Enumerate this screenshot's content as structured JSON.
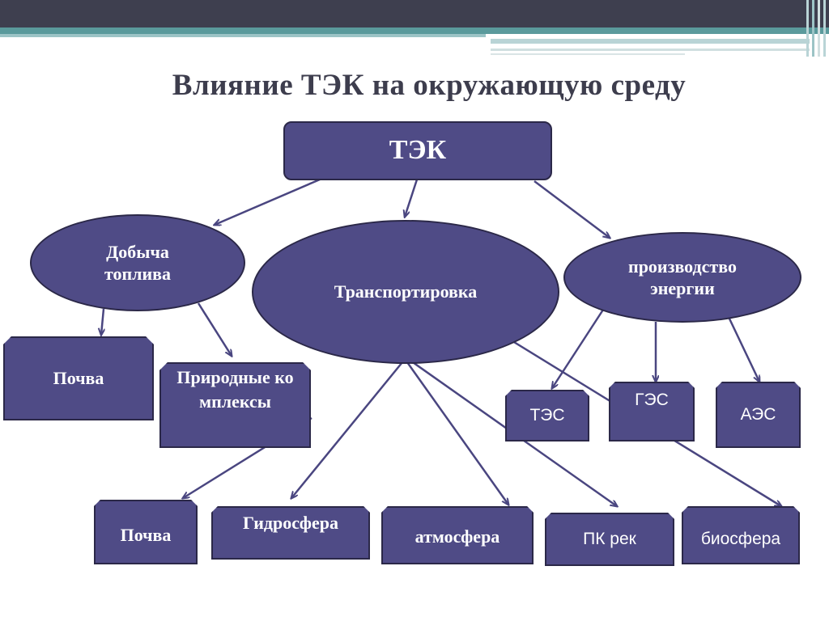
{
  "title": "Влияние ТЭК на окружающую среду",
  "nodes": {
    "tek": "ТЭК",
    "dobycha": "Добыча топлива",
    "transport": "Транспортировка",
    "proizvodstvo": "производство энергии",
    "pochva_top": "Почва",
    "prirodnye": "Природные комплексы",
    "tes": "ТЭС",
    "ges": "ГЭС",
    "aes": "АЭС",
    "pochva_bottom": "Почва",
    "gidrosfera": "Гидросфера",
    "atmosfera": "атмосфера",
    "pk_rek": "ПК рек",
    "biosfera": "биосфера"
  },
  "colors": {
    "node_fill": "#4f4b86",
    "node_border": "#2b2848",
    "arrow": "#4a4680",
    "title": "#3d3d4d",
    "top_band": "#3e3f4f",
    "accent_teal": "#5a9a9c"
  }
}
